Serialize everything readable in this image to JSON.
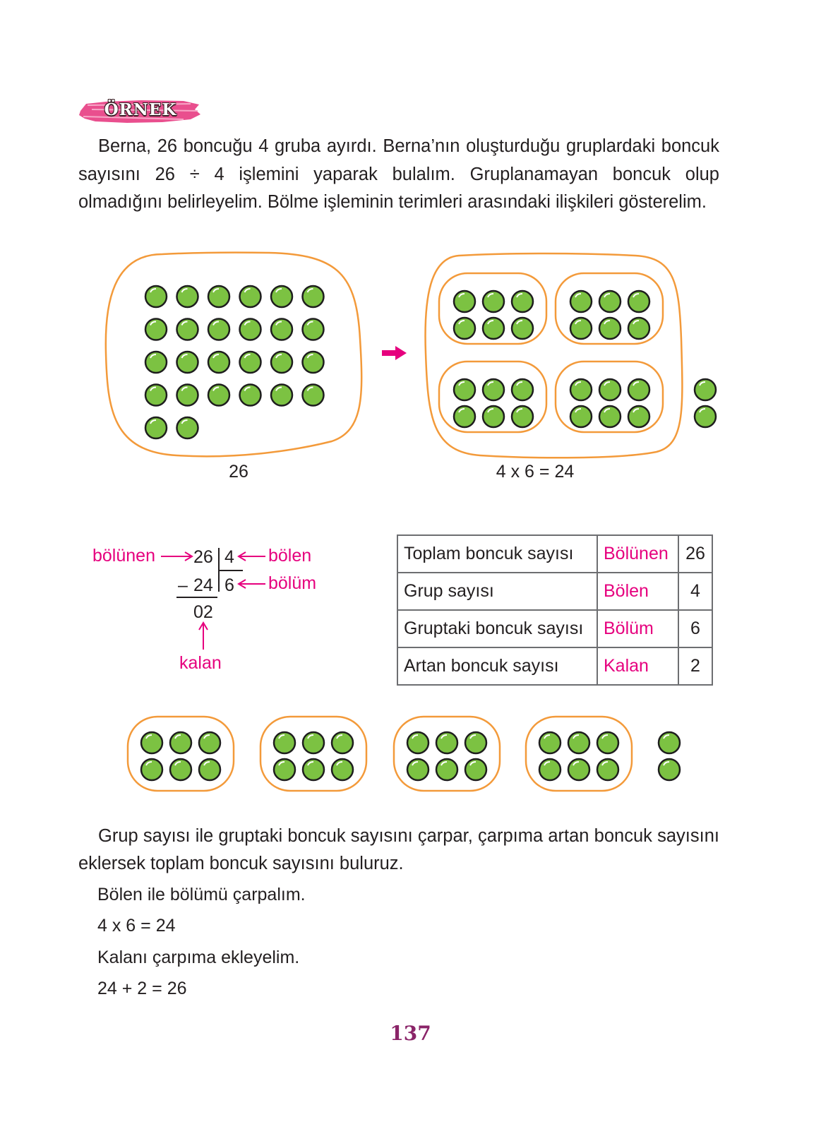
{
  "badge": {
    "label": "ÖRNEK"
  },
  "intro": "Berna, 26 boncuğu 4 gruba ayırdı. Berna’nın oluşturduğu gruplardaki boncuk sayısını 26 ÷ 4 işlemini yaparak bulalım. Gruplanamayan boncuk olup olmadığını belirleyelim. Bölme işleminin terimleri arasındaki ilişkileri gösterelim.",
  "diagram": {
    "left_caption": "26",
    "right_caption": "4 x 6 = 24",
    "total_beads": 26,
    "groups": 4,
    "beads_per_group": 6,
    "leftover_beads": 2
  },
  "division": {
    "dividend": "26",
    "divisor": "4",
    "product": "24",
    "minus": "–",
    "quotient": "6",
    "remainder": "02",
    "label_dividend": "bölünen",
    "label_divisor": "bölen",
    "label_quotient": "bölüm",
    "label_remainder": "kalan"
  },
  "table": {
    "rows": [
      {
        "description": "Toplam boncuk sayısı",
        "term": "Bölünen",
        "value": "26"
      },
      {
        "description": "Grup sayısı",
        "term": "Bölen",
        "value": "4"
      },
      {
        "description": "Gruptaki boncuk sayısı",
        "term": "Bölüm",
        "value": "6"
      },
      {
        "description": "Artan boncuk sayısı",
        "term": "Kalan",
        "value": "2"
      }
    ]
  },
  "explanation": "Grup sayısı ile gruptaki boncuk sayısını çarpar, çarpıma artan boncuk sayısını eklersek toplam boncuk sayısını buluruz.",
  "steps": [
    "Bölen ile bölümü çarpalım.",
    "4 x 6 = 24",
    "Kalanı çarpıma ekleyelim.",
    "24 + 2 = 26"
  ],
  "page_number": "137",
  "colors": {
    "accent_pink": "#e6007e",
    "loop_orange": "#f39a3a",
    "bead_green": "#7cc242",
    "bead_outline": "#1e1e1e",
    "page_number": "#8a2468"
  }
}
